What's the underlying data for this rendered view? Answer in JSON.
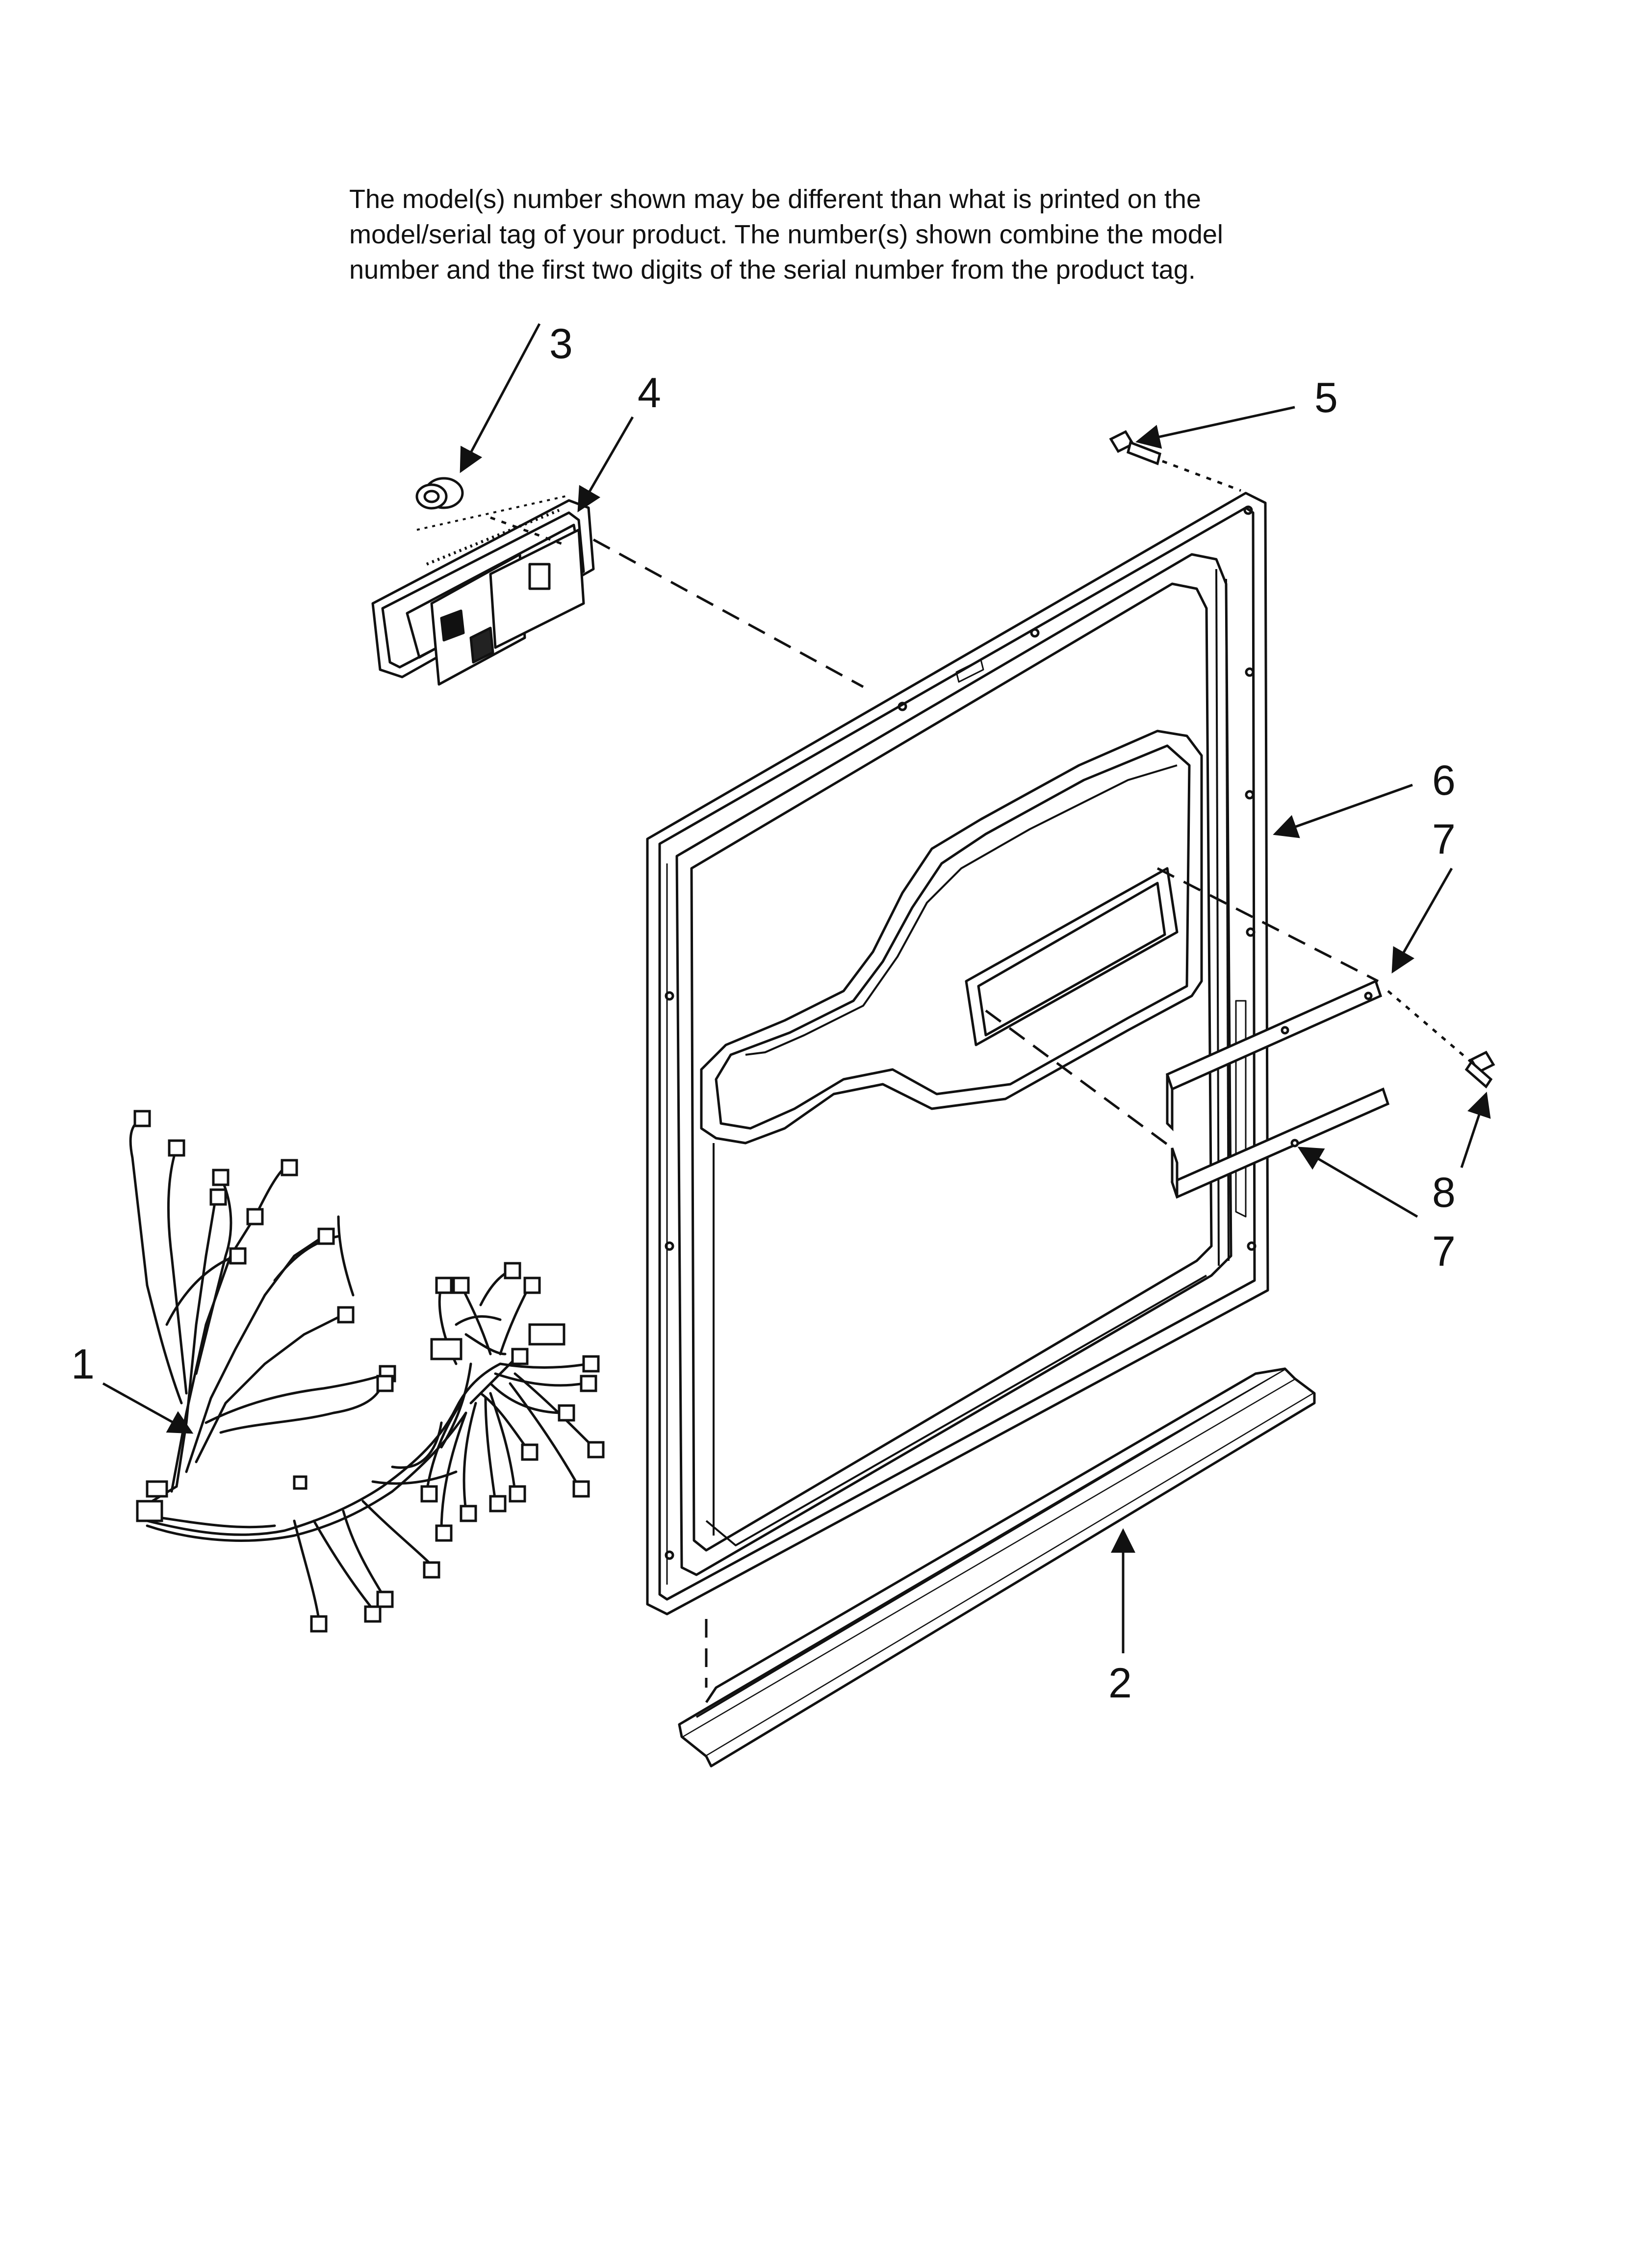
{
  "note": {
    "lines": [
      "The model(s) number shown may be different than what is printed on the",
      "model/serial tag of your product. The number(s) shown combine the model",
      "number and the first two digits of the serial number from the product tag."
    ]
  },
  "callouts": {
    "c1": "1",
    "c2": "2",
    "c3": "3",
    "c4": "4",
    "c5": "5",
    "c6": "6",
    "c7a": "7",
    "c7b": "7",
    "c8": "8"
  },
  "colors": {
    "line": "#111111",
    "background": "#ffffff"
  }
}
